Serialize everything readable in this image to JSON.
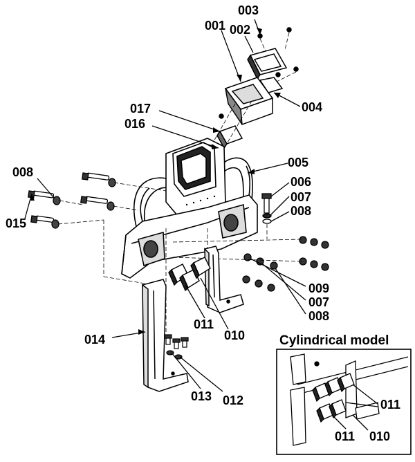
{
  "diagram": {
    "inset_title": "Cylindrical model",
    "labels": {
      "p003": "003",
      "p001": "001",
      "p002": "002",
      "p004": "004",
      "p017": "017",
      "p016": "016",
      "p005": "005",
      "p008_left": "008",
      "p015": "015",
      "p006": "006",
      "p007_right": "007",
      "p008_right": "008",
      "p009": "009",
      "p007_lower": "007",
      "p008_lower": "008",
      "p011": "011",
      "p010": "010",
      "p014": "014",
      "p013": "013",
      "p012": "012",
      "inset_011_right": "011",
      "inset_011_bottom": "011",
      "inset_010": "010"
    }
  }
}
